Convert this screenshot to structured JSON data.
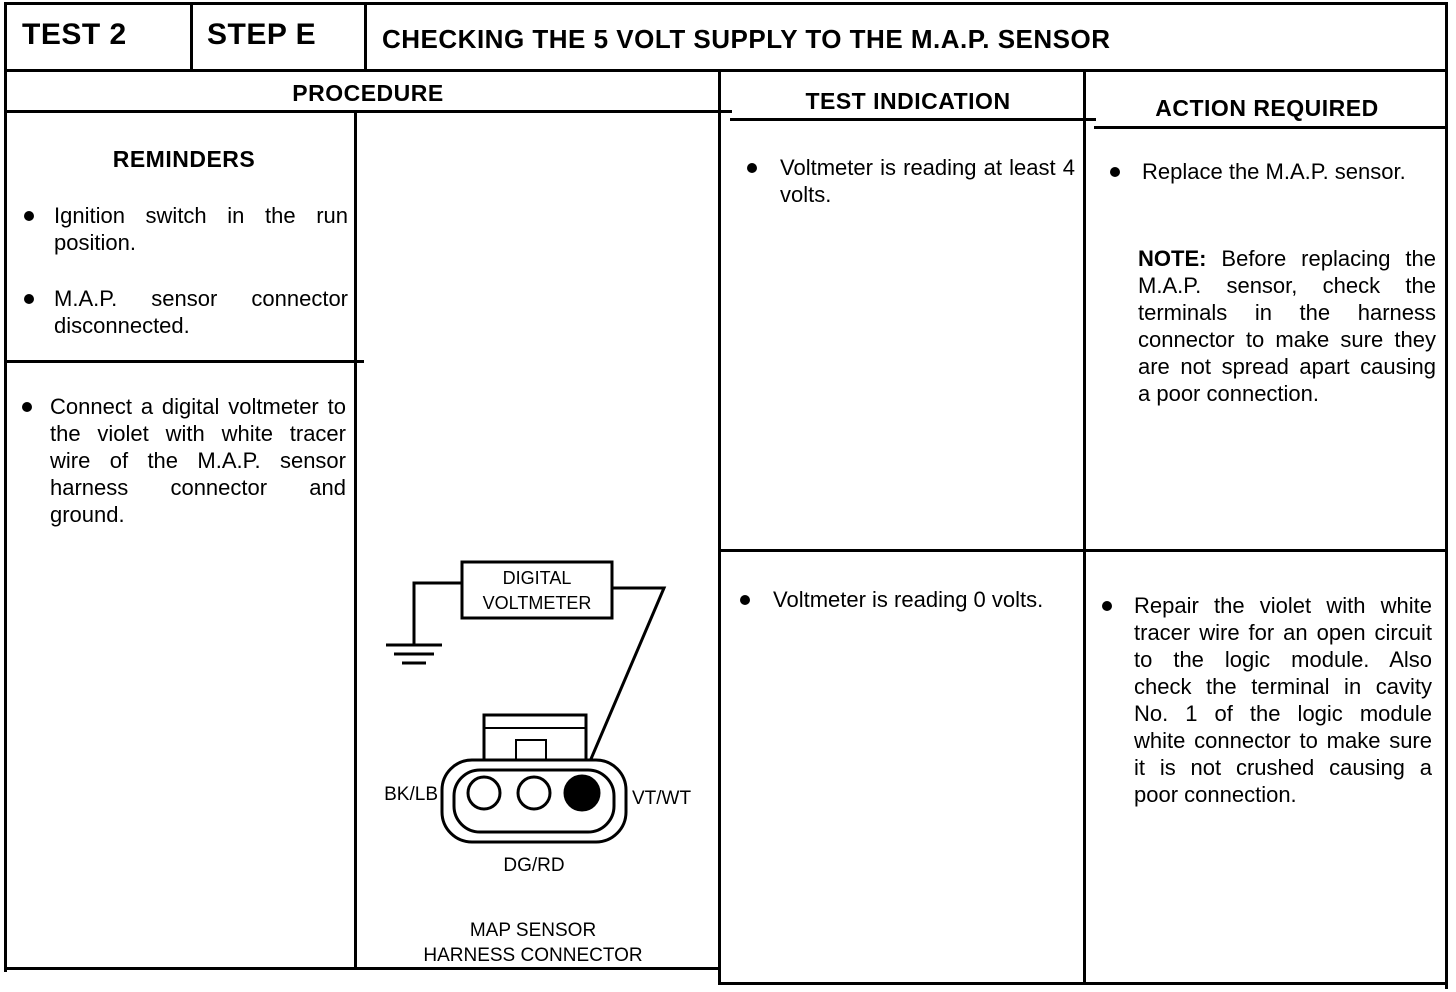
{
  "header": {
    "test": "TEST 2",
    "step": "STEP E",
    "title": "CHECKING THE 5 VOLT SUPPLY TO THE M.A.P. SENSOR"
  },
  "columns": {
    "procedure": "PROCEDURE",
    "test_indication": "TEST INDICATION",
    "action_required": "ACTION REQUIRED"
  },
  "reminders": {
    "title": "REMINDERS",
    "items": [
      "Ignition switch in the run position.",
      "M.A.P. sensor connector disconnected."
    ]
  },
  "procedure_step": "Connect a digital voltmeter to the violet with white tracer wire of the M.A.P. sensor harness connector and ground.",
  "diagram": {
    "meter_line1": "DIGITAL",
    "meter_line2": "VOLTMETER",
    "pin_left": "BK/LB",
    "pin_right": "VT/WT",
    "pin_bottom": "DG/RD",
    "caption_line1": "MAP SENSOR",
    "caption_line2": "HARNESS CONNECTOR"
  },
  "rows": [
    {
      "indication": "Voltmeter is reading at least 4 volts.",
      "action": "Replace the M.A.P. sensor.",
      "note_label": "NOTE:",
      "note_text": "Before replacing the M.A.P. sensor, check the terminals in the harness connector to make sure they are not spread apart causing a poor connection."
    },
    {
      "indication": "Voltmeter is reading 0 volts.",
      "action": "Repair the violet with white tracer wire for an open circuit to the logic module. Also check the terminal in cavity No. 1 of the logic module white connector to make sure it is not crushed causing a poor connection."
    }
  ]
}
